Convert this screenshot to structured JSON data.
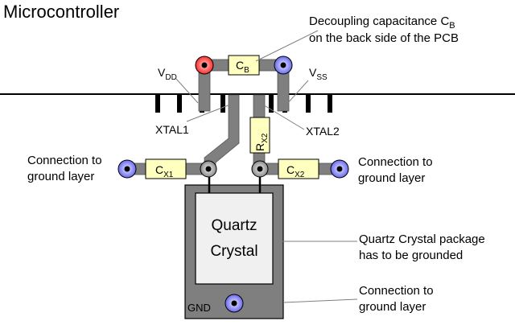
{
  "title": "Microcontroller",
  "decoupling_note": {
    "line1_prefix": "Decoupling capacitance C",
    "line1_sub": "B",
    "line2": "on the back side of the PCB"
  },
  "pins": {
    "vdd": {
      "main": "V",
      "sub": "DD"
    },
    "vss": {
      "main": "V",
      "sub": "SS"
    },
    "xtal1": "XTAL1",
    "xtal2": "XTAL2"
  },
  "components": {
    "cb": {
      "main": "C",
      "sub": "B"
    },
    "rx2": {
      "main": "R",
      "sub": "X2"
    },
    "cx1": {
      "main": "C",
      "sub": "X1"
    },
    "cx2": {
      "main": "C",
      "sub": "X2"
    }
  },
  "crystal": {
    "line1": "Quartz",
    "line2": "Crystal"
  },
  "gnd_label": "GND",
  "notes": {
    "ground_left": [
      "Connection to",
      "ground layer"
    ],
    "ground_right": [
      "Connection to",
      "ground layer"
    ],
    "package": [
      "Quartz Crystal package",
      "has to be grounded"
    ],
    "ground_bottom": [
      "Connection to",
      "ground layer"
    ]
  },
  "colors": {
    "trace": "#7f7f7f",
    "component_fill": "#ffffc0",
    "vdd_via": "#ff3333",
    "ground_via": "#8080ff",
    "package_fill": "#7f7f7f",
    "crystal_fill": "#f0f0f0"
  }
}
